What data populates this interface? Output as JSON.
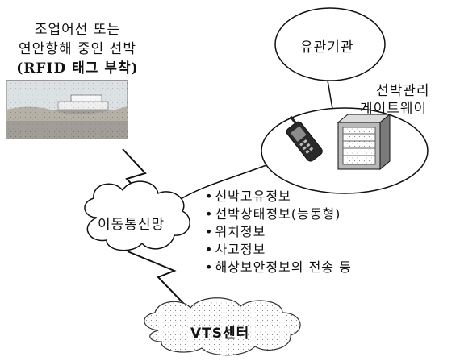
{
  "vessel": {
    "lines": [
      "조업어선 또는",
      "연안항해 중인 선박",
      "(RFID 태그 부착)"
    ]
  },
  "agency": {
    "label": "유관기관"
  },
  "gateway": {
    "lines": [
      "선박관리",
      "게이트웨이"
    ]
  },
  "mobile_network": {
    "label": "이동통신망"
  },
  "vts": {
    "label": "VTS센터"
  },
  "info_items": [
    "선박고유정보",
    "선박상태정보(능동형)",
    "위치정보",
    "사고정보",
    "해상보안정보의 전송 등"
  ],
  "colors": {
    "line": "#111111",
    "background": "#ffffff",
    "photo_sky": "#c9d2d6",
    "photo_sea": "#6e6a62"
  }
}
